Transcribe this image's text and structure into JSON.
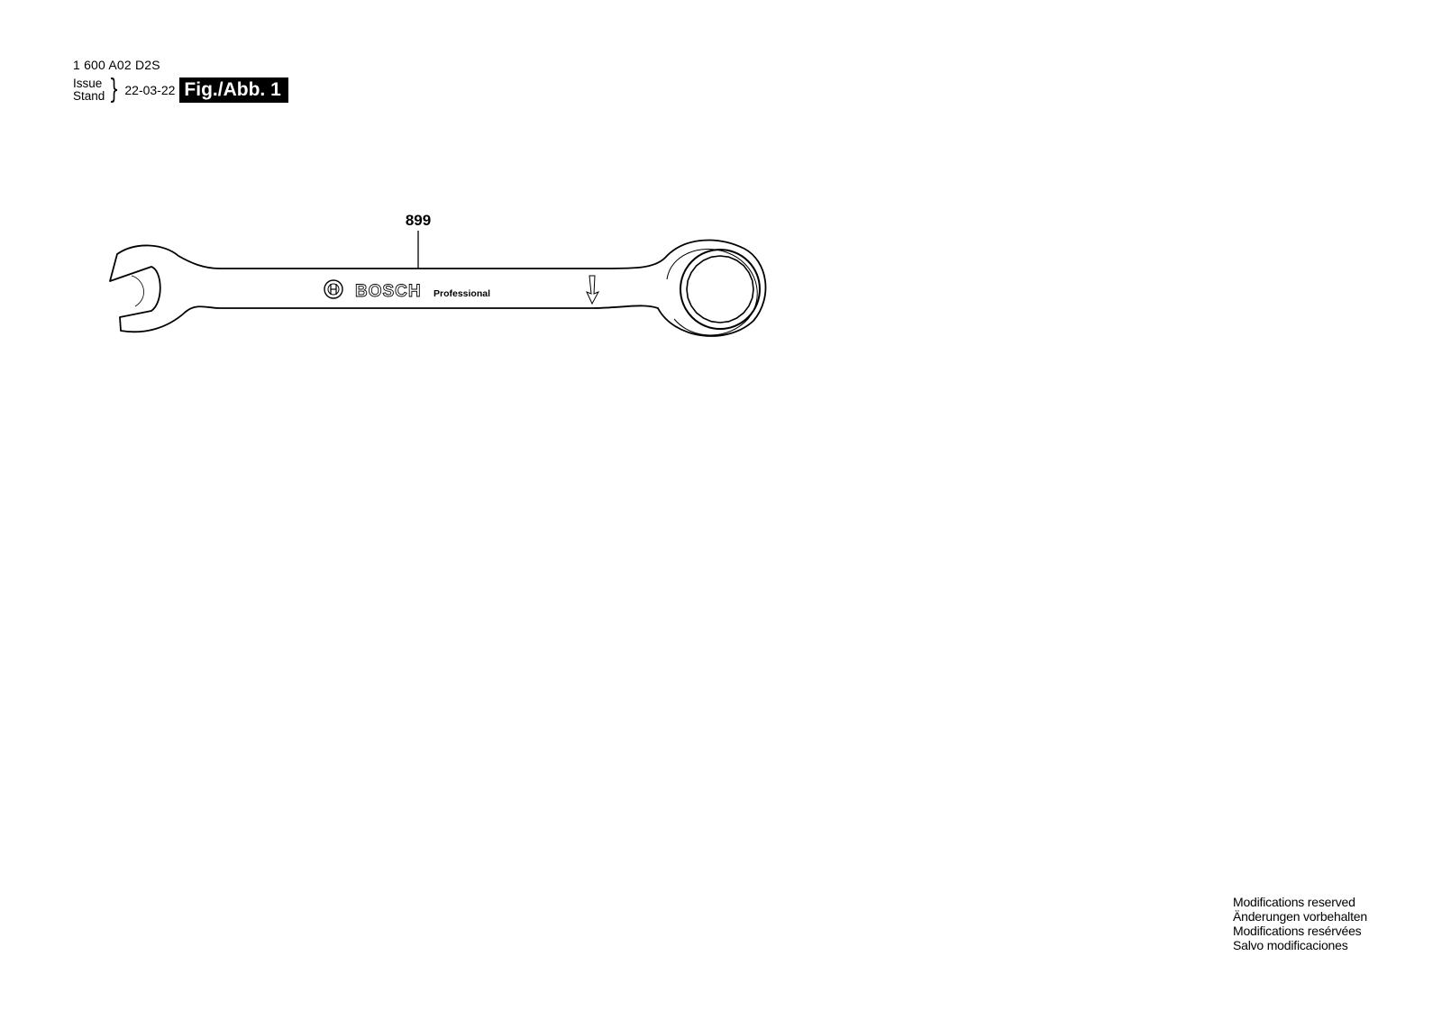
{
  "header": {
    "part_number": "1 600 A02 D2S",
    "issue_label": "Issue",
    "stand_label": "Stand",
    "issue_date": "22-03-22",
    "figure_label": "Fig./Abb. 1"
  },
  "drawing": {
    "part_callout": "899",
    "brand": "BOSCH",
    "product_line": "Professional",
    "item": "ratcheting combination wrench"
  },
  "footer": {
    "modifications": [
      "Modifications reserved",
      "Änderungen vorbehalten",
      "Modifications resérvées",
      "Salvo modificaciones"
    ]
  }
}
